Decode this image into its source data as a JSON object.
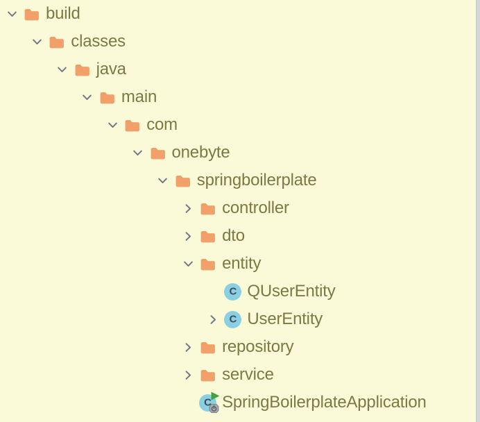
{
  "app": "project-tree-panel",
  "colors": {
    "background": "#fafad8",
    "folder_icon": "#f2a069",
    "label_text": "#7a7a45",
    "chevron": "#6f7a85",
    "class_circle": "#8bd0e2",
    "class_letter": "#3c4c58",
    "run_triangle": "#43a140",
    "power_badge": "#a0a4a8",
    "scrollbar_track": "#d3d5d6"
  },
  "class_icon_letter": "C",
  "tree": {
    "items": [
      {
        "label": "build",
        "level": 0,
        "icon": "folder-icon",
        "state": "expanded"
      },
      {
        "label": "classes",
        "level": 1,
        "icon": "folder-icon",
        "state": "expanded"
      },
      {
        "label": "java",
        "level": 2,
        "icon": "folder-icon",
        "state": "expanded"
      },
      {
        "label": "main",
        "level": 3,
        "icon": "folder-icon",
        "state": "expanded"
      },
      {
        "label": "com",
        "level": 4,
        "icon": "folder-icon",
        "state": "expanded"
      },
      {
        "label": "onebyte",
        "level": 5,
        "icon": "folder-icon",
        "state": "expanded"
      },
      {
        "label": "springboilerplate",
        "level": 6,
        "icon": "folder-icon",
        "state": "expanded"
      },
      {
        "label": "controller",
        "level": 7,
        "icon": "folder-icon",
        "state": "collapsed"
      },
      {
        "label": "dto",
        "level": 7,
        "icon": "folder-icon",
        "state": "collapsed"
      },
      {
        "label": "entity",
        "level": 7,
        "icon": "folder-icon",
        "state": "expanded"
      },
      {
        "label": "QUserEntity",
        "level": 8,
        "icon": "class-icon",
        "state": "leaf"
      },
      {
        "label": "UserEntity",
        "level": 8,
        "icon": "class-icon",
        "state": "collapsed"
      },
      {
        "label": "repository",
        "level": 7,
        "icon": "folder-icon",
        "state": "collapsed"
      },
      {
        "label": "service",
        "level": 7,
        "icon": "folder-icon",
        "state": "collapsed"
      },
      {
        "label": "SpringBoilerplateApplication",
        "level": 7,
        "icon": "runnable-class-icon",
        "state": "leaf"
      }
    ]
  }
}
